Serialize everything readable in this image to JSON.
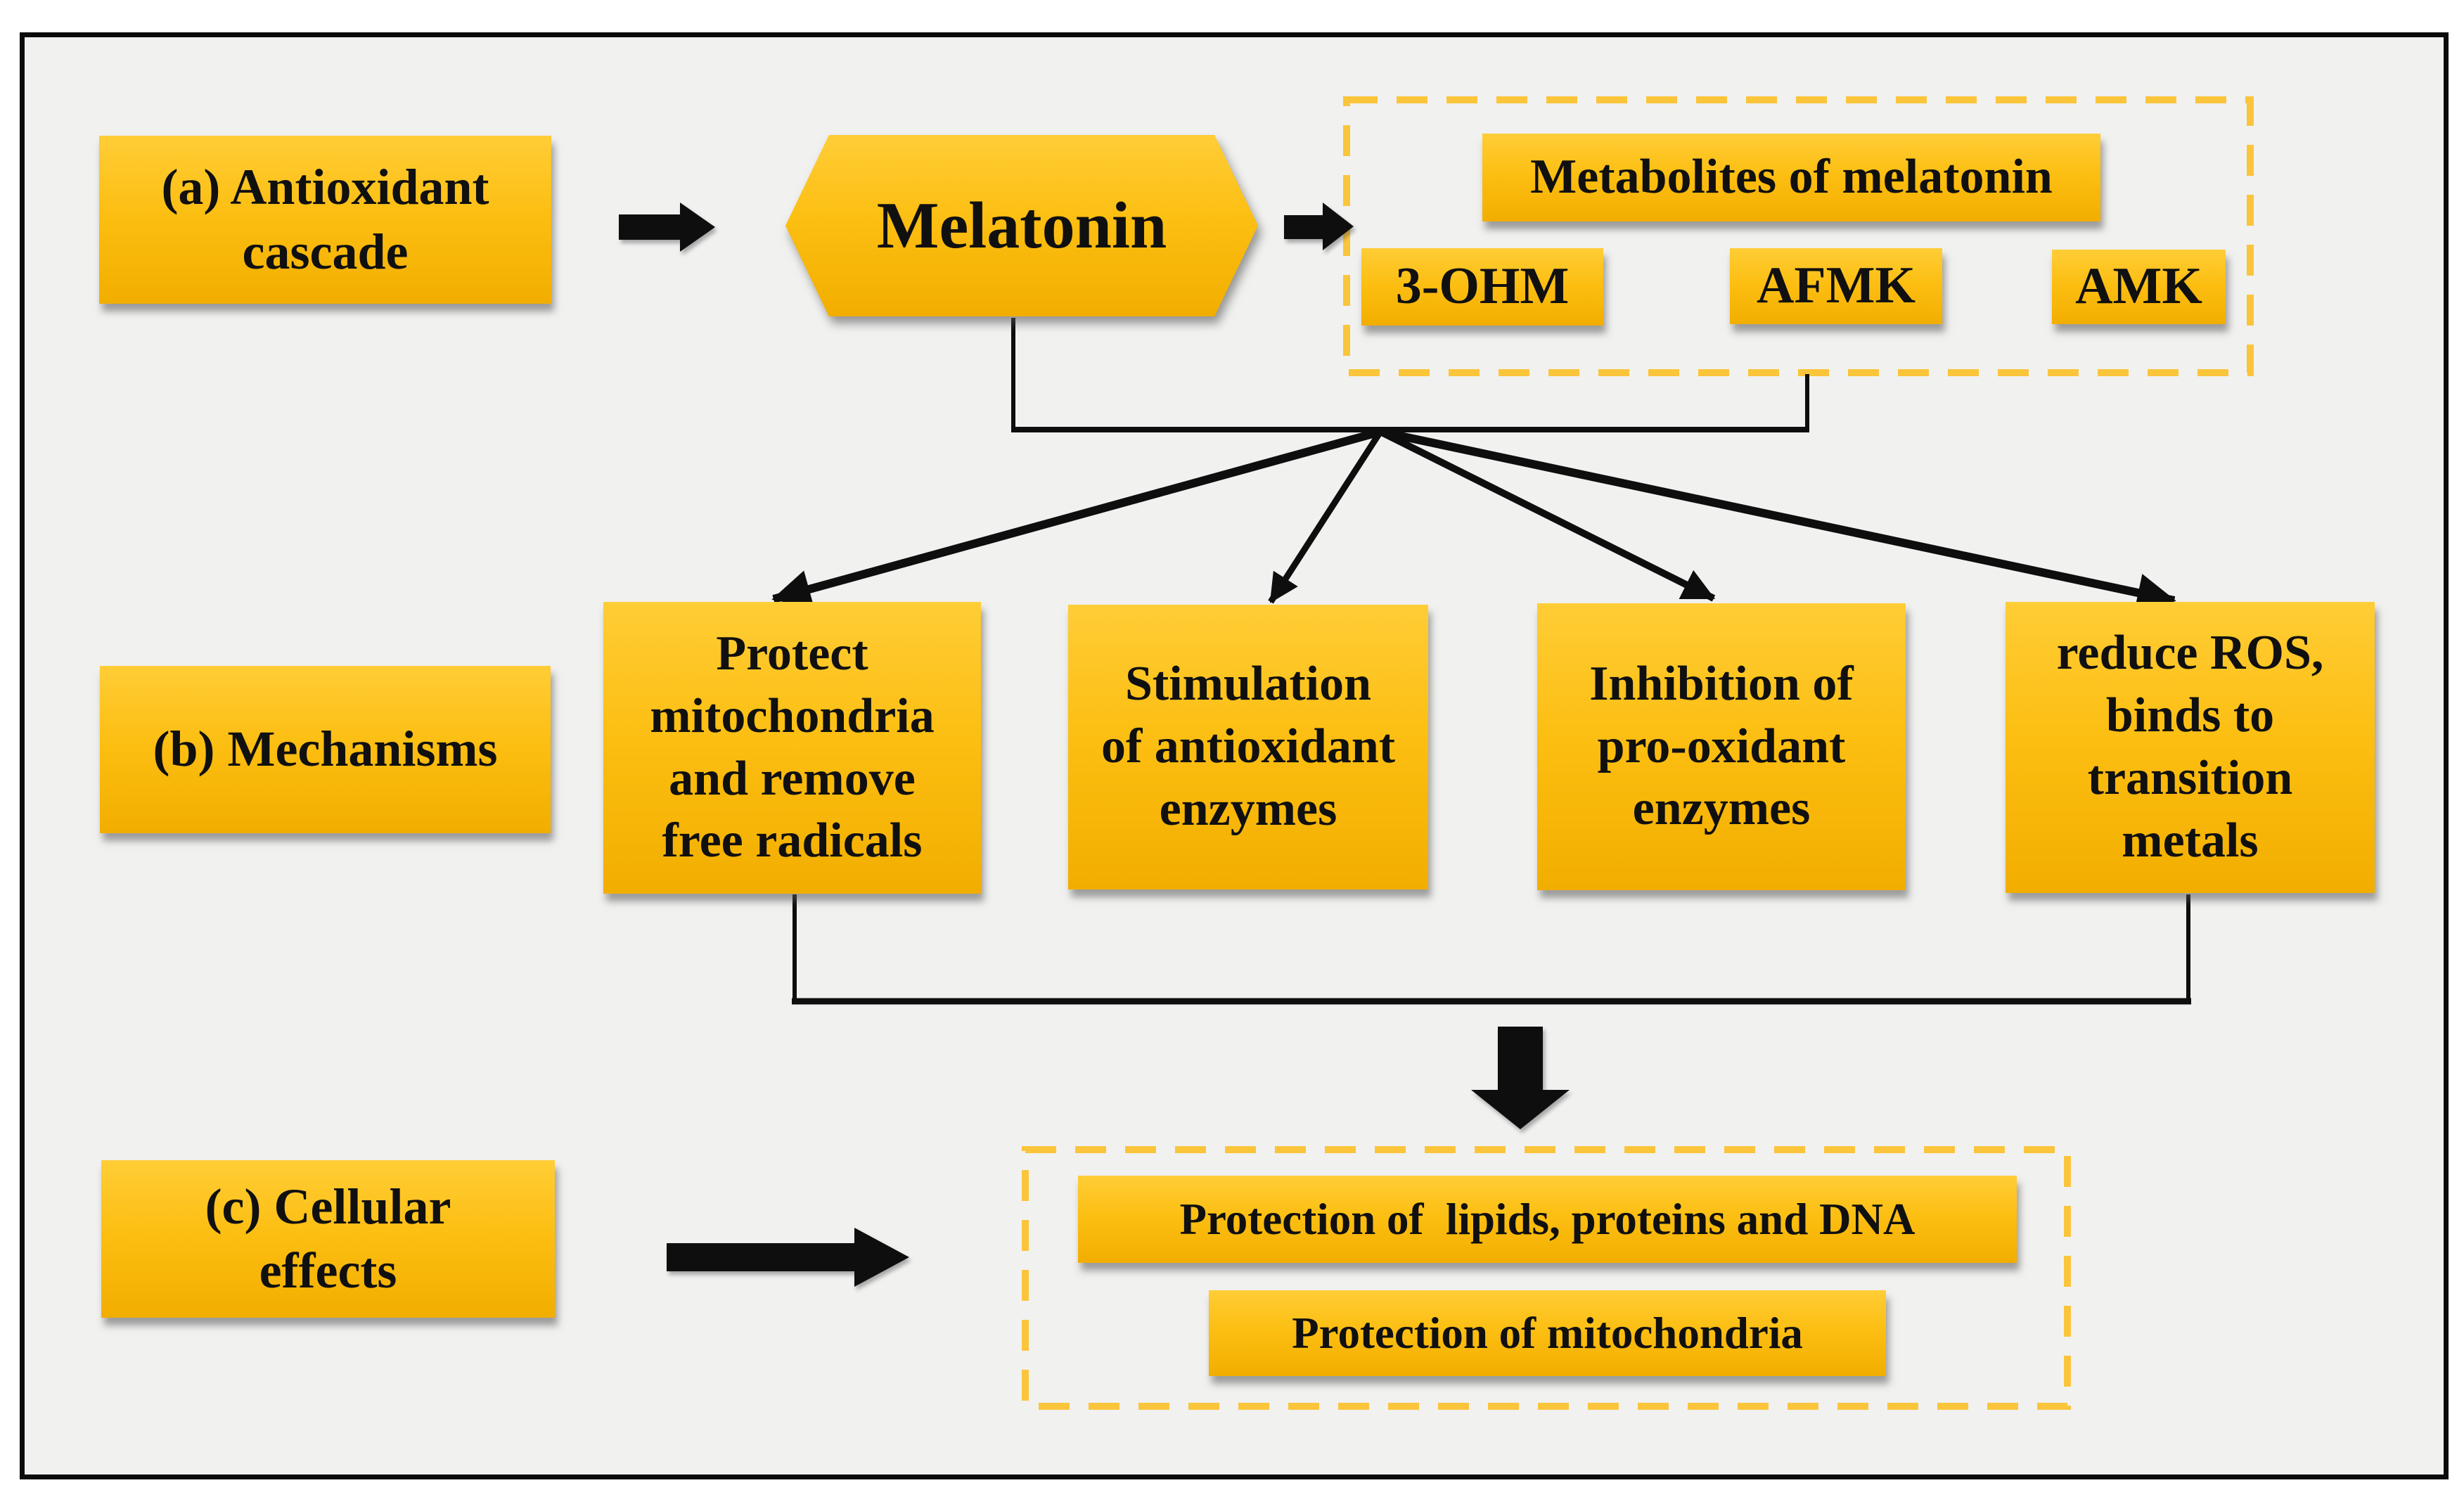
{
  "colors": {
    "gold_light": "#FFCD36",
    "gold": "#FCBE11",
    "gold_deep": "#F2AE00",
    "dash": "#FBC53B",
    "line": "#0E0E0E",
    "bg": "#F1F1F0",
    "frame": "#0B0B0B",
    "text": "#101010"
  },
  "sections": {
    "a": {
      "label": "(a) Antioxidant\ncascade",
      "melatonin": "Melatonin",
      "metabolites_title": "Metabolites of melatonin",
      "metabolites": [
        "3-OHM",
        "AFMK",
        "AMK"
      ]
    },
    "b": {
      "label": "(b) Mechanisms",
      "mechanisms": [
        "Protect\nmitochondria\nand remove\nfree radicals",
        "Stimulation\nof antioxidant\nenzymes",
        "Inhibition of\npro-oxidant\nenzymes",
        "reduce ROS,\nbinds to\ntransition\nmetals"
      ]
    },
    "c": {
      "label": "(c) Cellular\neffects",
      "effects": [
        "Protection of  lipids, proteins and DNA",
        "Protection of mitochondria"
      ]
    }
  }
}
